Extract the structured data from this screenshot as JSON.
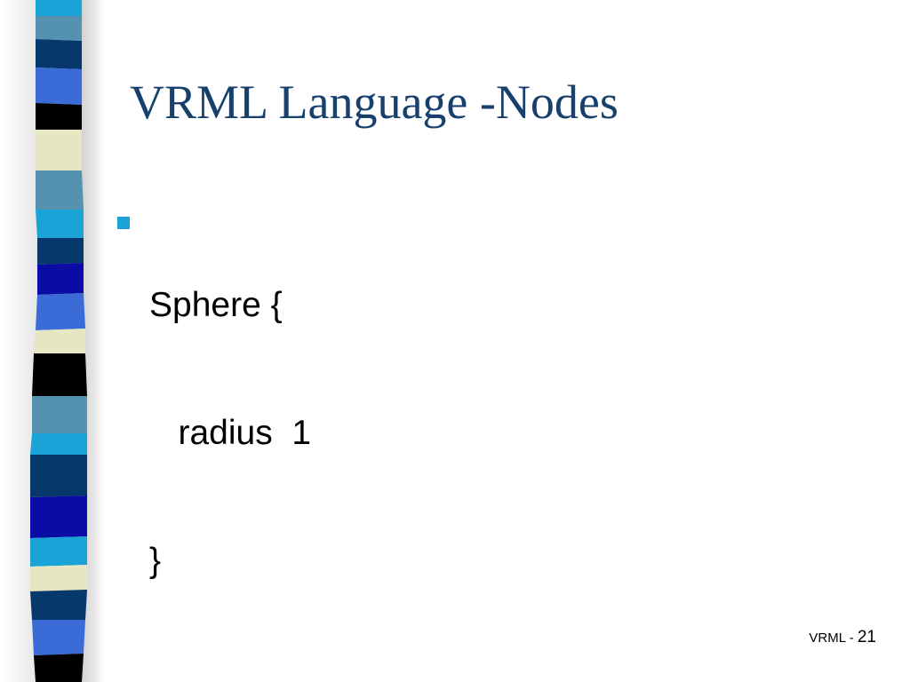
{
  "slide": {
    "title": "VRML Language -Nodes",
    "bullet": {
      "lines": [
        "Sphere {",
        "   radius  1",
        "}"
      ]
    },
    "footer": {
      "label": "VRML - ",
      "page_number": "21"
    }
  },
  "theme": {
    "title_color": "#17406d",
    "bullet_color": "#1aa3d6",
    "stripe_colors": [
      "#1aa3d6",
      "#5592b0",
      "#06386b",
      "#3a6bd6",
      "#000000",
      "#e6e6c2",
      "#0b0ba6"
    ]
  }
}
